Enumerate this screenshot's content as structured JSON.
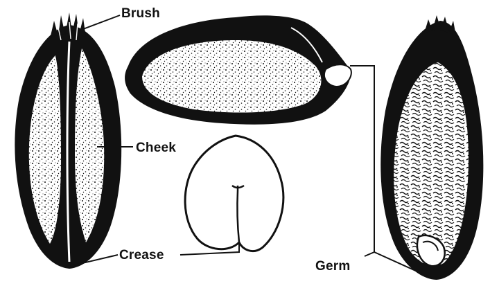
{
  "labels": {
    "brush": "Brush",
    "cheek": "Cheek",
    "crease": "Crease",
    "germ": "Germ"
  },
  "colors": {
    "ink": "#111111",
    "paper": "#ffffff"
  }
}
